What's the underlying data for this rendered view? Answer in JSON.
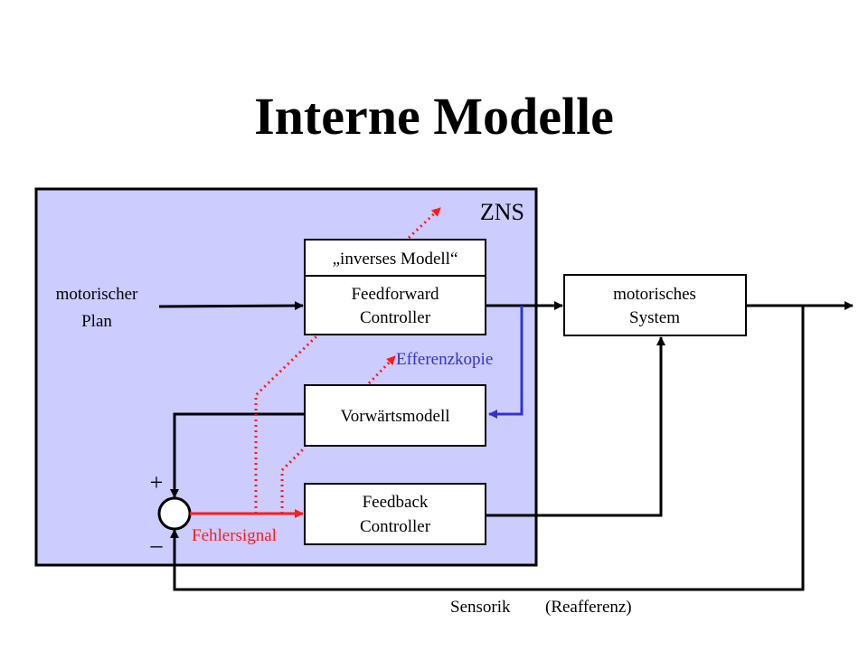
{
  "title": "Interne Modelle",
  "zns_label": "ZNS",
  "inputs": {
    "plan_line1": "motorischer",
    "plan_line2": "Plan"
  },
  "blocks": {
    "inverse_model": "„inverses Modell“",
    "feedforward_line1": "Feedforward",
    "feedforward_line2": "Controller",
    "forward_model": "Vorwärtsmodell",
    "feedback_line1": "Feedback",
    "feedback_line2": "Controller",
    "motor_system_line1": "motorisches",
    "motor_system_line2": "System"
  },
  "signals": {
    "efference_copy": "Efferenzkopie",
    "error_signal": "Fehlersignal",
    "sensory": "Sensorik",
    "reafference": "(Reafferenz)",
    "plus": "+",
    "minus": "–"
  },
  "colors": {
    "zns_fill": "#ccccff",
    "error": "#ff1a1a",
    "efference": "#3333cc",
    "line": "#000000"
  }
}
